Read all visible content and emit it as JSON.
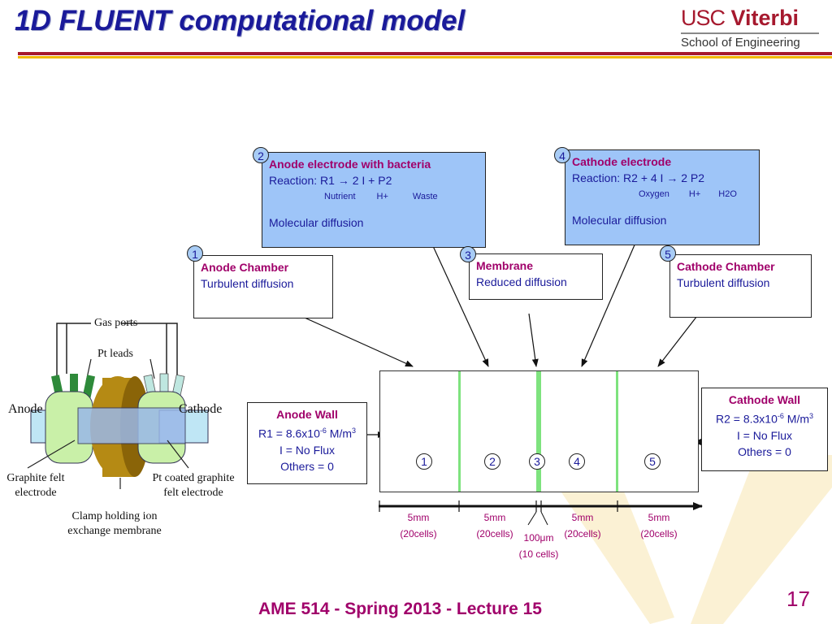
{
  "title": "1D FLUENT computational model",
  "logo": {
    "usc": "USC",
    "viterbi": "Viterbi",
    "school": "School of Engineering"
  },
  "boxes": {
    "anode_electrode": {
      "num": "2",
      "heading": "Anode electrode with bacteria",
      "reaction": "Reaction:  R1 → 2 I  +  P2",
      "sub1": "Nutrient",
      "sub2": "H+",
      "sub3": "Waste",
      "diffusion": "Molecular diffusion"
    },
    "cathode_electrode": {
      "num": "4",
      "heading": "Cathode electrode",
      "reaction": "Reaction:   R2 + 4 I → 2 P2",
      "sub1": "Oxygen",
      "sub2": "H+",
      "sub3": "H2O",
      "diffusion": "Molecular diffusion"
    },
    "anode_chamber": {
      "num": "1",
      "heading": "Anode Chamber",
      "diffusion": "Turbulent diffusion"
    },
    "membrane": {
      "num": "3",
      "heading": "Membrane",
      "diffusion": "Reduced diffusion"
    },
    "cathode_chamber": {
      "num": "5",
      "heading": "Cathode Chamber",
      "diffusion": "Turbulent diffusion"
    }
  },
  "anode_wall": {
    "heading": "Anode Wall",
    "r_prefix": "R1 = 8.6x10",
    "r_exp": "-6",
    "r_unit": " M/m",
    "r_unit_exp": "3",
    "flux": "I = No Flux",
    "others": "Others = 0"
  },
  "cathode_wall": {
    "heading": "Cathode Wall",
    "r_prefix": "R2 = 8.3x10",
    "r_exp": "-6",
    "r_unit": " M/m",
    "r_unit_exp": "3",
    "flux": "I = No Flux",
    "others": "Others = 0"
  },
  "domain": {
    "cells": [
      "1",
      "2",
      "3",
      "4",
      "5"
    ]
  },
  "dimensions": [
    {
      "size": "5mm",
      "cells": "(20cells)"
    },
    {
      "size": "5mm",
      "cells": "(20cells)"
    },
    {
      "size": "100μm",
      "cells": "(10 cells)"
    },
    {
      "size": "5mm",
      "cells": "(20cells)"
    },
    {
      "size": "5mm",
      "cells": "(20cells)"
    }
  ],
  "cell_diagram": {
    "gas_ports": "Gas ports",
    "pt_leads": "Pt leads",
    "anode": "Anode",
    "cathode": "Cathode",
    "graphite_felt": "Graphite felt",
    "electrode": "electrode",
    "pt_coated": "Pt coated graphite",
    "felt_electrode": "felt electrode",
    "clamp1": "Clamp holding ion",
    "clamp2": "exchange membrane"
  },
  "footer": "AME 514 - Spring 2013 - Lecture 15",
  "page_number": "17",
  "colors": {
    "title": "#1a1a9a",
    "accent": "#a0006a",
    "box_blue": "#9ec5f8",
    "usc_red": "#a6192e",
    "usc_gold": "#f0b800",
    "membrane_green": "#7ee37e"
  }
}
